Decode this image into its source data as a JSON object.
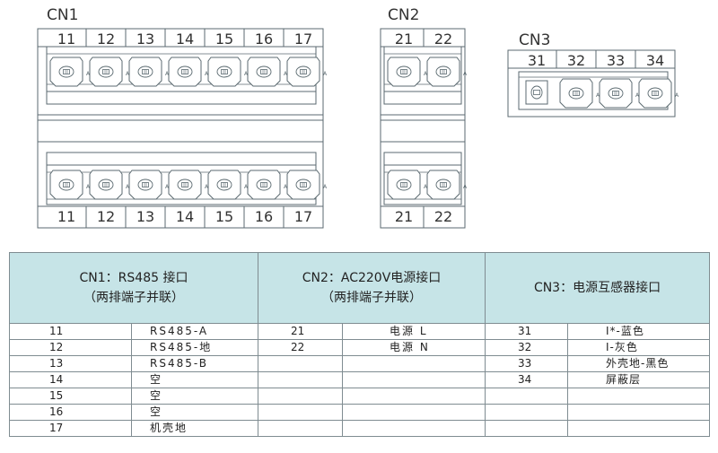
{
  "connectors": {
    "cn1": {
      "title": "CN1",
      "top_pins": [
        "11",
        "12",
        "13",
        "14",
        "15",
        "16",
        "17"
      ],
      "bottom_pins": [
        "11",
        "12",
        "13",
        "14",
        "15",
        "16",
        "17"
      ]
    },
    "cn2": {
      "title": "CN2",
      "top_pins": [
        "21",
        "22"
      ],
      "bottom_pins": [
        "21",
        "22"
      ]
    },
    "cn3": {
      "title": "CN3",
      "pins": [
        "31",
        "32",
        "33",
        "34"
      ]
    }
  },
  "table": {
    "headers": [
      {
        "line1": "CN1：RS485 接口",
        "line2": "（两排端子并联）"
      },
      {
        "line1": "CN2：AC220V电源接口",
        "line2": "（两排端子并联）"
      },
      {
        "line1": "CN3：电源互感器接口",
        "line2": ""
      }
    ],
    "rows": [
      {
        "cn1_pin": "11",
        "cn1_desc": "RS485-A",
        "cn2_pin": "21",
        "cn2_desc": "电源 L",
        "cn3_pin": "31",
        "cn3_desc": "I*-蓝色"
      },
      {
        "cn1_pin": "12",
        "cn1_desc": "RS485-地",
        "cn2_pin": "22",
        "cn2_desc": "电源 N",
        "cn3_pin": "32",
        "cn3_desc": "I-灰色"
      },
      {
        "cn1_pin": "13",
        "cn1_desc": "RS485-B",
        "cn2_pin": "",
        "cn2_desc": "",
        "cn3_pin": "33",
        "cn3_desc": "外壳地-黑色"
      },
      {
        "cn1_pin": "14",
        "cn1_desc": "空",
        "cn2_pin": "",
        "cn2_desc": "",
        "cn3_pin": "34",
        "cn3_desc": "屏蔽层"
      },
      {
        "cn1_pin": "15",
        "cn1_desc": "空",
        "cn2_pin": "",
        "cn2_desc": "",
        "cn3_pin": "",
        "cn3_desc": ""
      },
      {
        "cn1_pin": "16",
        "cn1_desc": "空",
        "cn2_pin": "",
        "cn2_desc": "",
        "cn3_pin": "",
        "cn3_desc": ""
      },
      {
        "cn1_pin": "17",
        "cn1_desc": "机壳地",
        "cn2_pin": "",
        "cn2_desc": "",
        "cn3_pin": "",
        "cn3_desc": ""
      }
    ]
  },
  "colors": {
    "header_bg": "#c6e4e7",
    "line": "#5b6a70",
    "fill": "#ffffff"
  }
}
